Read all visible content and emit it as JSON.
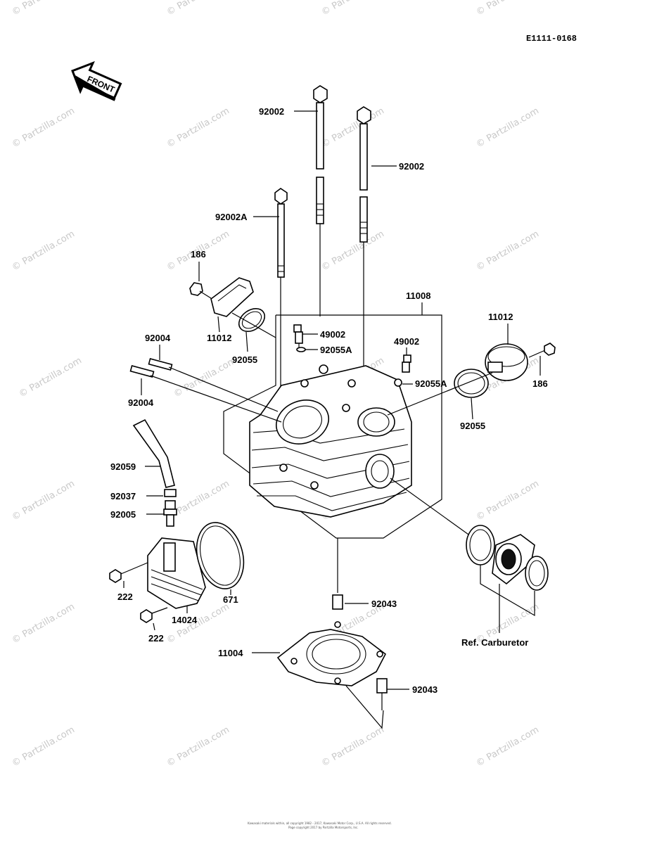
{
  "diagram_id": "E1111-0168",
  "front_label": "FRONT",
  "watermark": "© Partzilla.com",
  "labels": {
    "bolt_long_a": "92002",
    "bolt_long_b": "92002",
    "bolt_short": "92002A",
    "bolt_186_left": "186",
    "cap_left": "11012",
    "oring_left": "92055",
    "head": "11008",
    "plug_left": "49002",
    "washer_left": "92055A",
    "plug_right": "49002",
    "washer_right": "92055A",
    "cap_right": "11012",
    "bolt_186_right": "186",
    "oring_right": "92055",
    "stud_upper": "92004",
    "stud_lower": "92004",
    "hose": "92059",
    "clamp": "92037",
    "fitting": "92005",
    "oring_cover": "671",
    "cover": "14024",
    "screw_upper": "222",
    "screw_lower": "222",
    "dowel_upper": "92043",
    "dowel_lower": "92043",
    "gasket": "11004",
    "ref_carb": "Ref. Carburetor"
  },
  "footer": {
    "line1": "Kawasaki materials within, all copyright 1982 - 2017, Kawasaki Motor Corp., U.S.A. All rights reserved.",
    "line2": "Page copyright 2017 by Partzilla Motorsports, Inc."
  }
}
